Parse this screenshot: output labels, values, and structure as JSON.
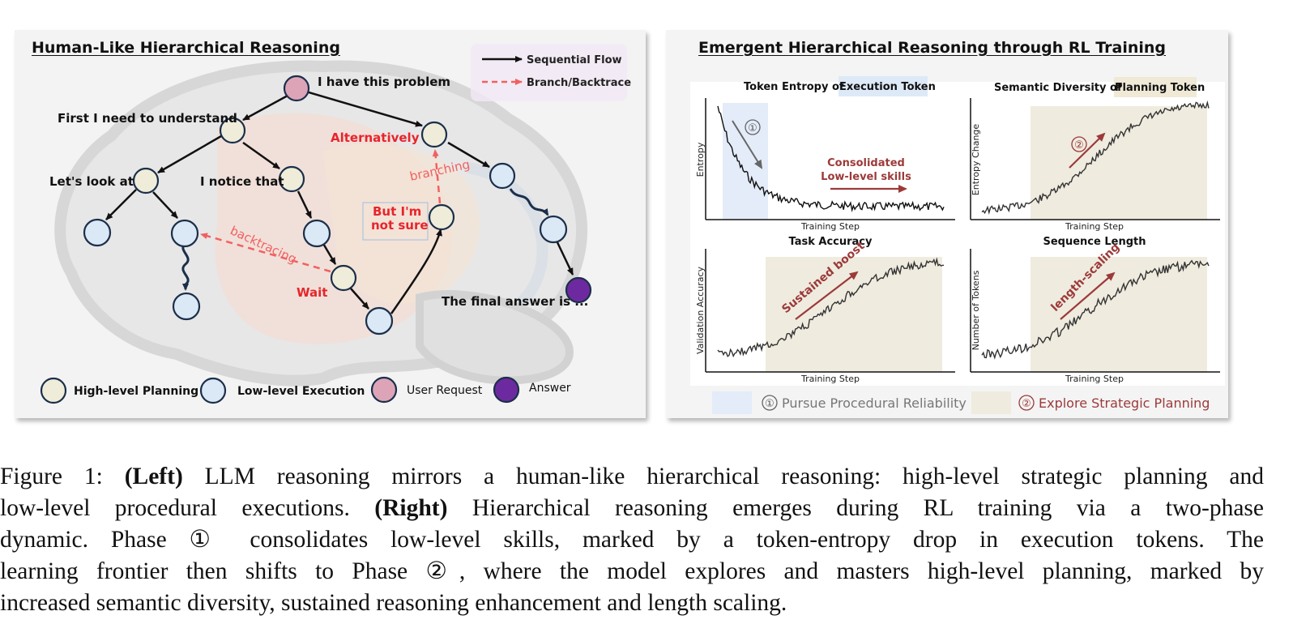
{
  "left": {
    "title": "Human-Like Hierarchical Reasoning",
    "legend": {
      "sequential": "Sequential Flow",
      "branch": "Branch/Backtrace"
    },
    "labels": {
      "problem": "I have this problem",
      "understand": "First I need to understand",
      "alternatively": "Alternatively",
      "look_at": "Let's look at",
      "notice": "I notice that",
      "branching": "branching",
      "not_sure_1": "But I'm",
      "not_sure_2": "not sure",
      "backtracing": "backtracing",
      "wait": "Wait",
      "final": "The final answer is ..."
    },
    "node_legend": {
      "planning": "High-level Planning",
      "execution": "Low-level Execution",
      "request": "User Request",
      "answer": "Answer"
    },
    "colors": {
      "planning": "#efedd9",
      "execution": "#dbe8f6",
      "request": "#dda4b8",
      "answer": "#6d2aa0",
      "red": "#e8242b"
    }
  },
  "right": {
    "title": "Emergent Hierarchical Reasoning through RL Training",
    "charts": {
      "entropy": {
        "title_prefix": "Token Entropy of ",
        "title_highlight": "Execution Token",
        "xlabel": "Training Step",
        "ylabel": "Entropy",
        "marker": "①",
        "annotation_1": "Consolidated",
        "annotation_2": "Low-level skills"
      },
      "diversity": {
        "title_prefix": "Semantic Diversity of ",
        "title_highlight": "Planning Token",
        "xlabel": "Training Step",
        "ylabel": "Entropy Change",
        "marker": "②"
      },
      "accuracy": {
        "title": "Task Accuracy",
        "xlabel": "Training Step",
        "ylabel": "Validation Accuracy",
        "annotation": "Sustained boost"
      },
      "length": {
        "title": "Sequence Length",
        "xlabel": "Training Step",
        "ylabel": "Number of Tokens",
        "annotation": "length-scaling"
      }
    },
    "phase_legend": {
      "phase1_marker": "①",
      "phase1": "Pursue Procedural Reliability",
      "phase2_marker": "②",
      "phase2": "Explore Strategic Planning"
    },
    "colors": {
      "phase1_band": "#e3ecf8",
      "phase2_band": "#efebdf",
      "annotation": "#9c3a3a"
    }
  },
  "caption": {
    "lines": [
      "Figure 1: (Left) LLM reasoning mirrors a human-like hierarchical reasoning: high-level strategic planning and",
      "low-level procedural executions. (Right) Hierarchical reasoning emerges during RL training via a two-phase",
      "dynamic. Phase ① consolidates low-level skills, marked by a token-entropy drop in execution tokens. The",
      "learning frontier then shifts to Phase ②, where the model explores and masters high-level planning, marked by",
      "increased semantic diversity, sustained reasoning enhancement and length scaling."
    ]
  }
}
